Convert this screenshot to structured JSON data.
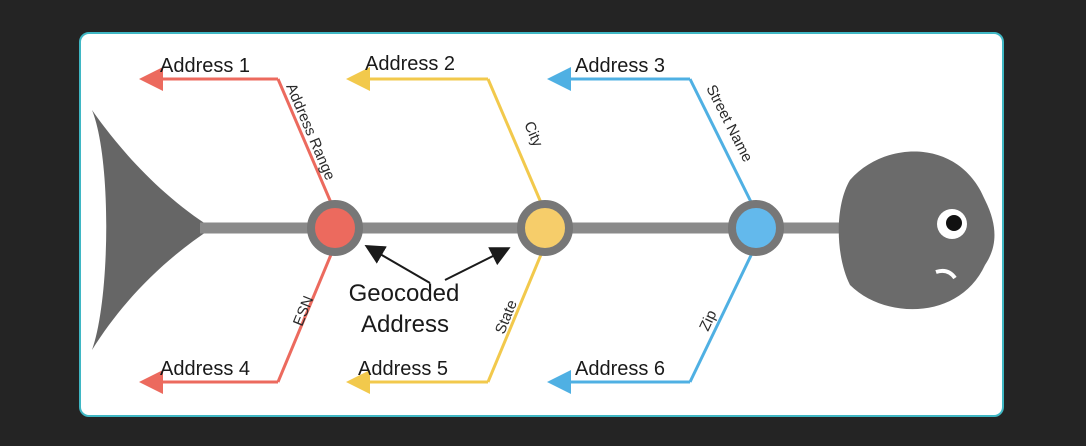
{
  "diagram": {
    "addresses": {
      "a1": "Address 1",
      "a2": "Address 2",
      "a3": "Address 3",
      "a4": "Address 4",
      "a5": "Address 5",
      "a6": "Address 6"
    },
    "bone_labels": {
      "address_range": "Address Range",
      "city": "City",
      "street_name": "Street Name",
      "esn": "ESN",
      "state": "State",
      "zip": "Zip"
    },
    "center_label": {
      "line1": "Geocoded",
      "line2": "Address"
    },
    "colors": {
      "red": "#ec6a5e",
      "yellow": "#f2c94c",
      "blue": "#4fb0e3",
      "spine": "#8a8a8a",
      "fish": "#6b6b6b",
      "frame": "#3fb7c4"
    }
  }
}
